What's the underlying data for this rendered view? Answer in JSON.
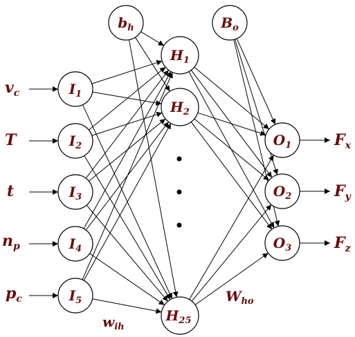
{
  "colors": {
    "label": "#6b0a0a",
    "line": "#000000",
    "background": "#ffffff"
  },
  "inputs": [
    {
      "main": "v",
      "sub": "c"
    },
    {
      "main": "T",
      "sub": ""
    },
    {
      "main": "t",
      "sub": ""
    },
    {
      "main": "n",
      "sub": "p"
    },
    {
      "main": "p",
      "sub": "c"
    }
  ],
  "input_nodes": [
    {
      "main": "I",
      "sub": "1"
    },
    {
      "main": "I",
      "sub": "2"
    },
    {
      "main": "I",
      "sub": "3"
    },
    {
      "main": "I",
      "sub": "4"
    },
    {
      "main": "I",
      "sub": "5"
    }
  ],
  "hidden_bias": {
    "main": "b",
    "sub": "h"
  },
  "output_bias": {
    "main": "B",
    "sub": "o"
  },
  "hidden_nodes": [
    {
      "main": "H",
      "sub": "1"
    },
    {
      "main": "H",
      "sub": "2"
    },
    {
      "main": "H",
      "sub": "25"
    }
  ],
  "output_nodes": [
    {
      "main": "O",
      "sub": "1"
    },
    {
      "main": "O",
      "sub": "2"
    },
    {
      "main": "O",
      "sub": "3"
    }
  ],
  "outputs": [
    {
      "main": "F",
      "sub": "x"
    },
    {
      "main": "F",
      "sub": "y"
    },
    {
      "main": "F",
      "sub": "z"
    }
  ],
  "weights": {
    "input_hidden": {
      "main": "w",
      "sub": "ih"
    },
    "hidden_output": {
      "main": "W",
      "sub": "ho"
    }
  }
}
